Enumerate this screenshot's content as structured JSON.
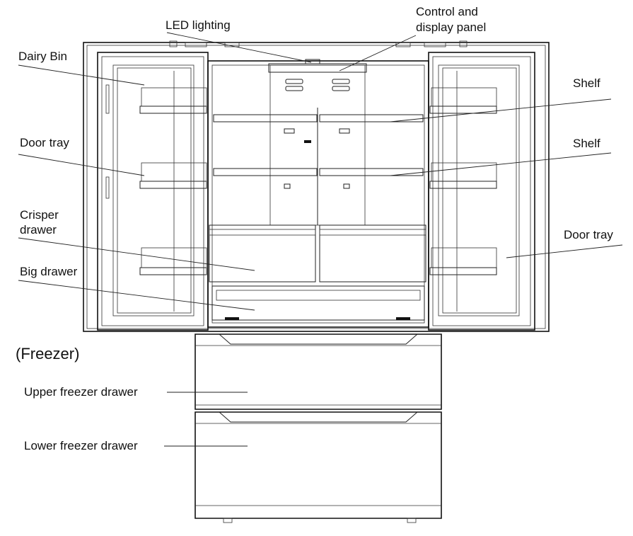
{
  "labels": {
    "led_lighting": "LED lighting",
    "control_panel_line1": "Control and",
    "control_panel_line2": "display panel",
    "dairy_bin": "Dairy Bin",
    "shelf_upper": "Shelf",
    "shelf_lower": "Shelf",
    "door_tray_left": "Door tray",
    "door_tray_right": "Door tray",
    "crisper_line1": "Crisper",
    "crisper_line2": "drawer",
    "big_drawer": "Big drawer",
    "freezer": "(Freezer)",
    "upper_freezer_drawer": "Upper freezer drawer",
    "lower_freezer_drawer": "Lower freezer drawer"
  }
}
